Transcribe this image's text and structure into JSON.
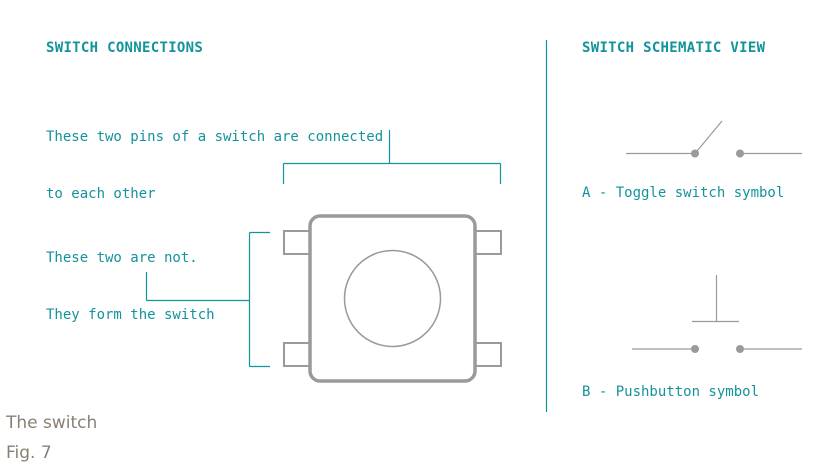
{
  "left_heading": "SWITCH CONNECTIONS",
  "right_heading": "SWITCH SCHEMATIC VIEW",
  "connected_note": [
    "These two pins of a switch are connected",
    "to each other"
  ],
  "not_connected_note": [
    "These two are not.",
    "They form the switch"
  ],
  "symbol_a_label": "A - Toggle switch symbol",
  "symbol_b_label": "B - Pushbutton symbol",
  "caption": "The switch",
  "figure_label": "Fig. 7",
  "colors": {
    "text_teal": "#13939b",
    "line_gray": "#9a9a9a",
    "caption_brown": "#8a7f72"
  }
}
